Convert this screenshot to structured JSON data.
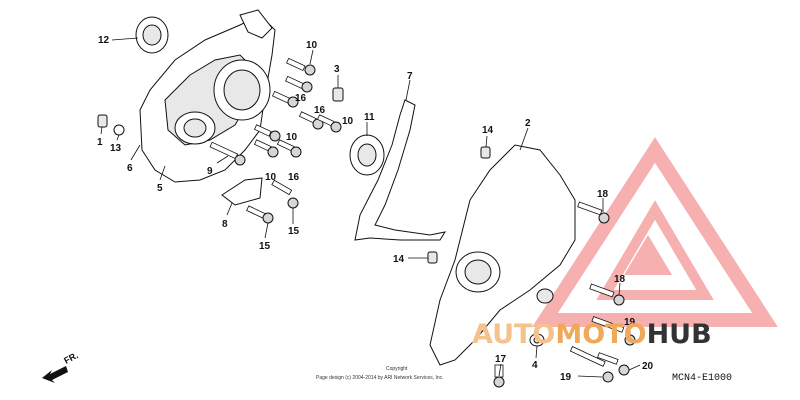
{
  "diagram": {
    "diagram_code": "MCN4-E1000",
    "direction_label": "FR.",
    "copyright_line1": "Copyright",
    "copyright_line2": "Page design (c) 2004-2014 by ARI Network Services, Inc.",
    "callouts": [
      "1",
      "2",
      "3",
      "4",
      "5",
      "6",
      "7",
      "8",
      "9",
      "10",
      "10",
      "10",
      "10",
      "11",
      "12",
      "13",
      "14",
      "14",
      "15",
      "15",
      "16",
      "16",
      "16",
      "17",
      "18",
      "18",
      "19",
      "19",
      "20"
    ]
  },
  "watermark": {
    "word_part_1": "AUTO",
    "word_part_2": "MOTO",
    "word_part_3": "HUB",
    "color_1": "#f4c28a",
    "color_2": "#f0a85a",
    "color_3": "#333333",
    "logo_color": "#f07070"
  }
}
